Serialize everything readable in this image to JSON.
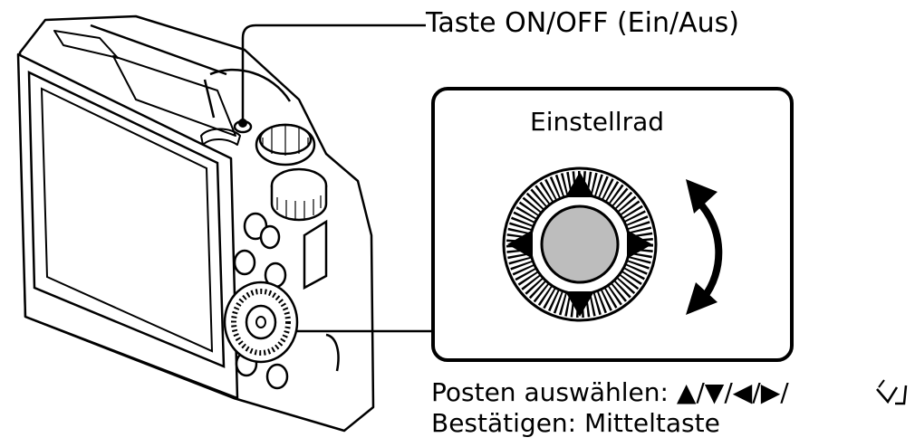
{
  "labels": {
    "power_button": "Taste ON/OFF (Ein/Aus)",
    "control_wheel": "Einstellrad",
    "select_prefix": "Posten auswählen: ▲/▼/◀/▶/",
    "confirm": "Bestätigen: Mitteltaste"
  },
  "icons": {
    "rotate": "rotate-wheel-icon"
  },
  "colors": {
    "line": "#000000",
    "center_button": "#bdbdbd",
    "body_fill": "#ffffff"
  }
}
